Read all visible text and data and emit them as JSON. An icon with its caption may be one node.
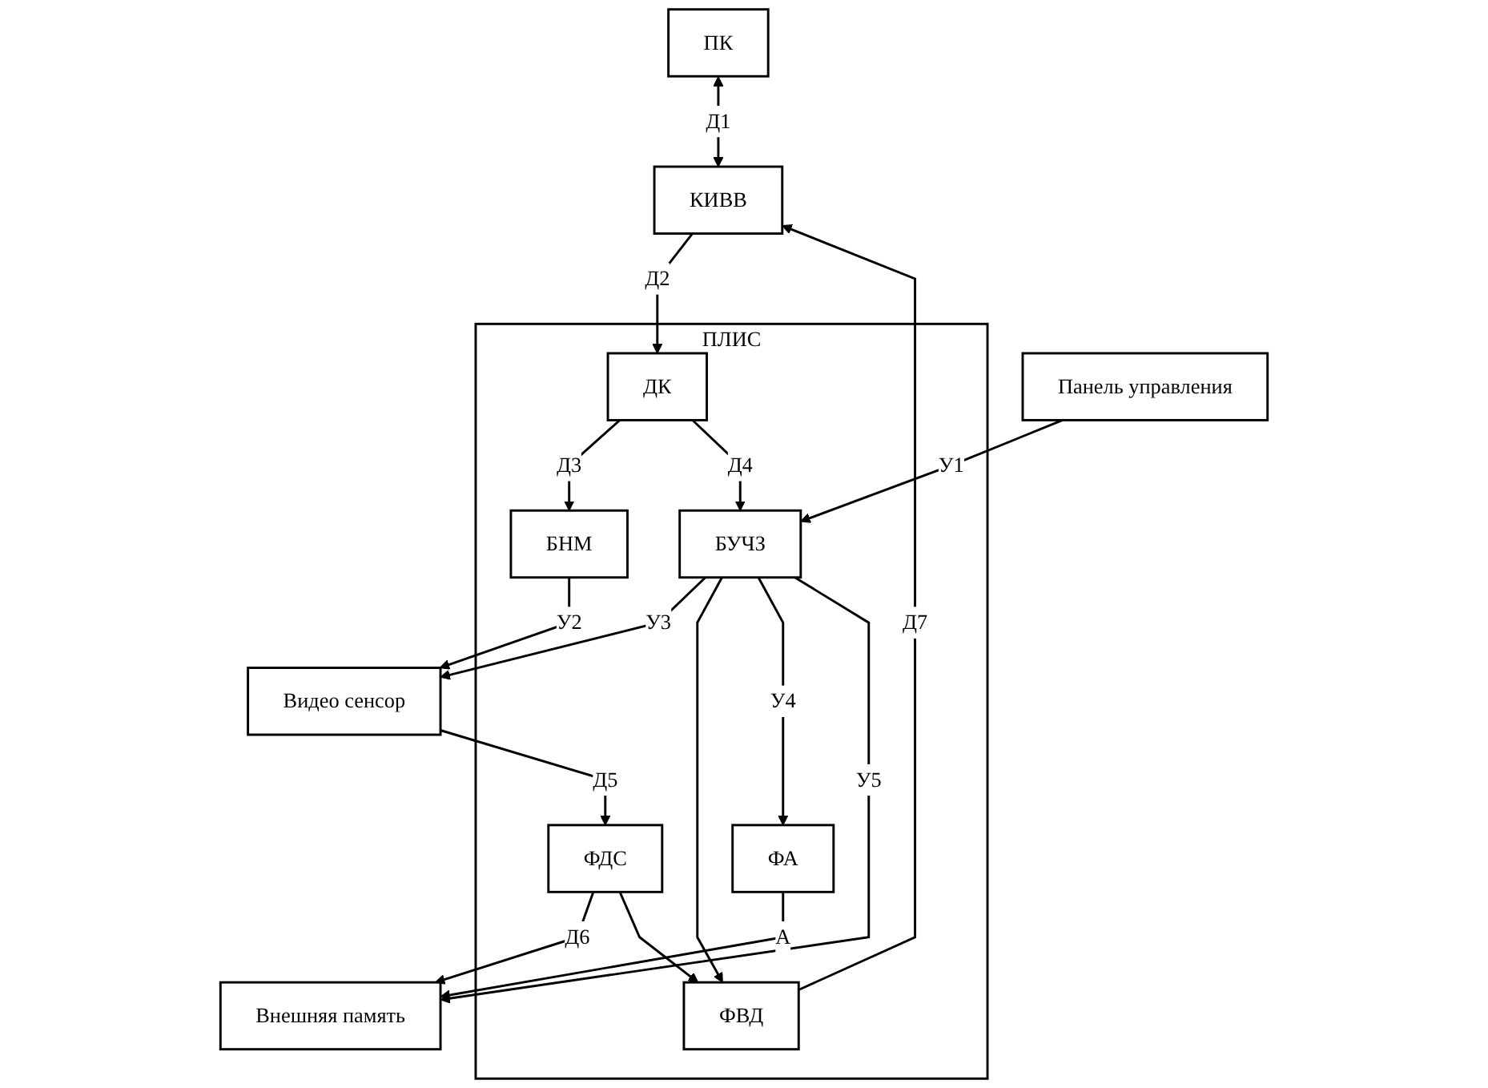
{
  "diagram": {
    "nodes": [
      {
        "text": [
          "ПК"
        ]
      },
      {
        "text": [
          "КИВВ"
        ]
      },
      {
        "text": [
          "Панель управления"
        ]
      },
      {
        "text": [
          "ПЛИС"
        ]
      },
      {
        "text": [
          "ДК"
        ],
        "in": 3
      },
      {
        "text": [
          "БНМ"
        ],
        "in": 3
      },
      {
        "text": [
          "БУЧЗ"
        ],
        "in": 3
      },
      {
        "text": [
          "ФВД"
        ],
        "in": 3
      },
      {
        "text": [
          "ФА"
        ],
        "in": 3
      },
      {
        "text": [
          "ФДС"
        ],
        "in": 3
      },
      {
        "text": [
          "Видео сенсор"
        ]
      },
      {
        "text": [
          "Внешняя память"
        ]
      }
    ],
    "edges": [
      {
        "from": 0,
        "to": 1,
        "arrow": "both",
        "label": "Д1"
      },
      {
        "from": 1,
        "to": 4,
        "arrow": "to",
        "label": "Д2"
      },
      {
        "from": 4,
        "to": 5,
        "arrow": "to",
        "label": "Д3"
      },
      {
        "from": 2,
        "to": 6,
        "arrow": "to",
        "label": "У1"
      },
      {
        "from": 4,
        "to": 6,
        "arrow": "to",
        "label": "Д4"
      },
      {
        "from": 5,
        "to": 10,
        "arrow": "to",
        "label": "У2"
      },
      {
        "from": 6,
        "to": 10,
        "arrow": "to",
        "label": "У3"
      },
      {
        "from": 10,
        "to": 9,
        "arrow": "to",
        "label": "Д5"
      },
      {
        "from": 6,
        "to": 7,
        "arrow": "to"
      },
      {
        "from": 6,
        "to": 8,
        "arrow": "to",
        "label": "У4"
      },
      {
        "from": 7,
        "to": 1,
        "arrow": "to",
        "label": "Д7"
      },
      {
        "from": 8,
        "to": 11,
        "arrow": "to",
        "label": "А"
      },
      {
        "from": 6,
        "to": 11,
        "arrow": "to",
        "label": "У5"
      },
      {
        "from": 9,
        "to": 11,
        "arrow": "to",
        "label": "Д6"
      },
      {
        "from": 9,
        "to": 7,
        "arrow": "to"
      }
    ]
  }
}
